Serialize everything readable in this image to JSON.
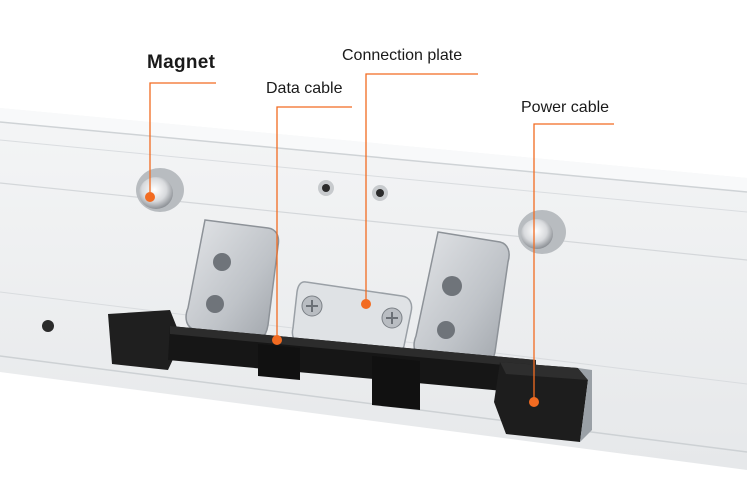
{
  "labels": {
    "magnet": "Magnet",
    "data_cable": "Data cable",
    "connection_plate": "Connection plate",
    "power_cable": "Power cable"
  },
  "colors": {
    "accent": "#f26b21",
    "rail": "#eef0f2",
    "connector": "#1d1d1d",
    "metal": "#c9ccd0"
  }
}
